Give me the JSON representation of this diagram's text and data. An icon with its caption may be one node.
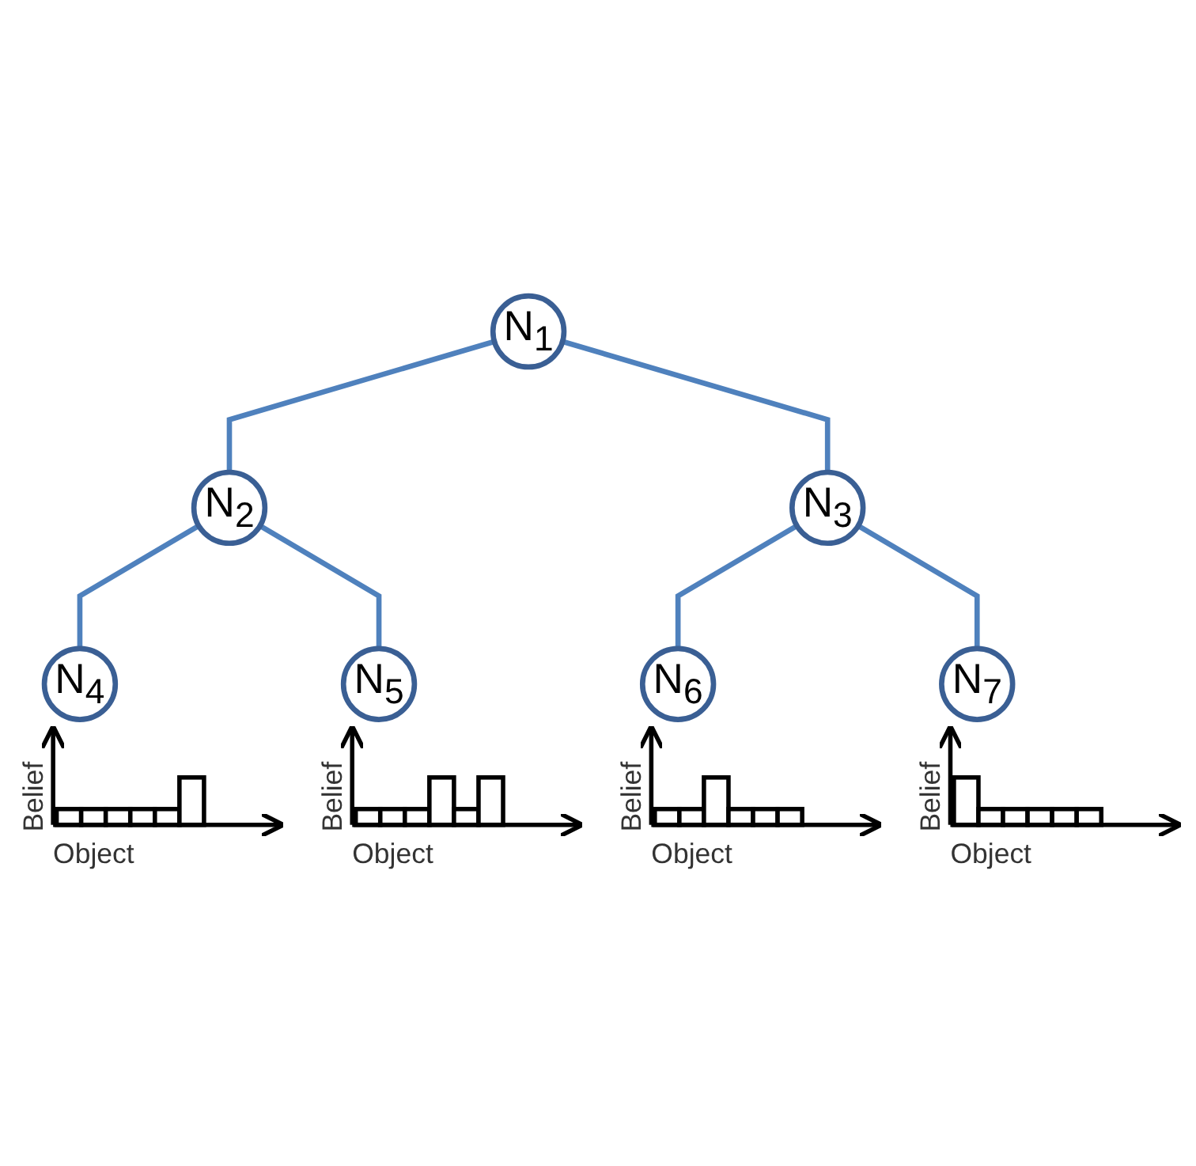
{
  "diagram": {
    "nodes": [
      {
        "text": [
          "N$_{1}$"
        ]
      },
      {
        "text": [
          "N$_{2}$"
        ]
      },
      {
        "text": [
          "N$_{3}$"
        ]
      },
      {
        "text": [
          "N$_{4}$"
        ],
        "beside": [
          "Belief",
          "Object"
        ]
      },
      {
        "text": [
          "N$_{5}$"
        ],
        "beside": [
          "Belief",
          "Object"
        ]
      },
      {
        "text": [
          "N$_{6}$"
        ],
        "beside": [
          "Belief",
          "Object"
        ]
      },
      {
        "text": [
          "N$_{7}$"
        ],
        "beside": [
          "Belief",
          "Object"
        ]
      }
    ],
    "edges": [
      {
        "from": 0,
        "to": 1,
        "arrow": "none"
      },
      {
        "from": 0,
        "to": 2,
        "arrow": "none"
      },
      {
        "from": 1,
        "to": 3,
        "arrow": "none"
      },
      {
        "from": 1,
        "to": 4,
        "arrow": "none"
      },
      {
        "from": 2,
        "to": 5,
        "arrow": "none"
      },
      {
        "from": 2,
        "to": 6,
        "arrow": "none"
      }
    ]
  }
}
